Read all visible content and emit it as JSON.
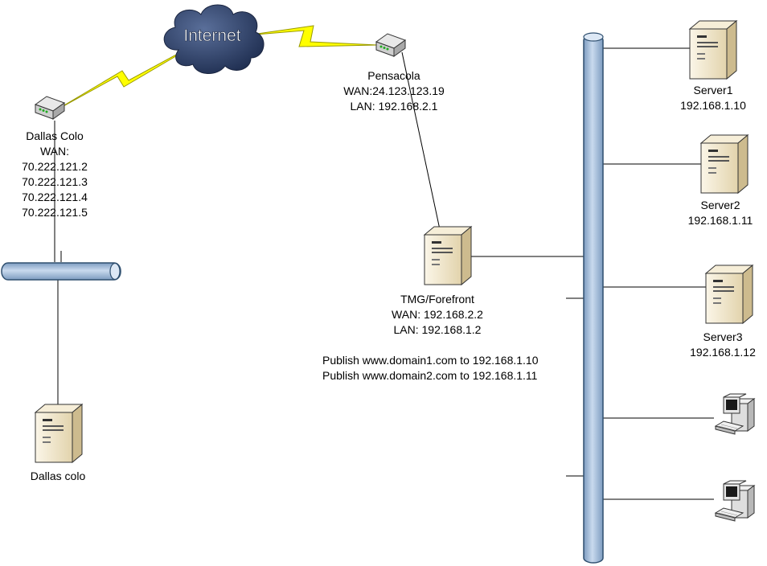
{
  "cloud": {
    "label": "Internet"
  },
  "dallas_colo_router": {
    "name": "Dallas Colo",
    "wan_label": "WAN:",
    "wan_ips": [
      "70.222.121.2",
      "70.222.121.3",
      "70.222.121.4",
      "70.222.121.5"
    ]
  },
  "pensacola_router": {
    "name": "Pensacola",
    "wan": "WAN:24.123.123.19",
    "lan": "LAN: 192.168.2.1"
  },
  "tmg_server": {
    "name": "TMG/Forefront",
    "wan": "WAN: 192.168.2.2",
    "lan": "LAN: 192.168.1.2",
    "rules": [
      "Publish www.domain1.com to 192.168.1.10",
      "Publish www.domain2.com to 192.168.1.11"
    ]
  },
  "dallas_colo_server": {
    "name": "Dallas colo"
  },
  "servers": [
    {
      "name": "Server1",
      "ip": "192.168.1.10"
    },
    {
      "name": "Server2",
      "ip": "192.168.1.11"
    },
    {
      "name": "Server3",
      "ip": "192.168.1.12"
    }
  ],
  "colors": {
    "bus_fill": "#b8cce4",
    "bus_stroke": "#2f4f6f",
    "lightning": "#ffff00",
    "cloud": "#2a3f6a",
    "server_body": "#efe4c8"
  }
}
